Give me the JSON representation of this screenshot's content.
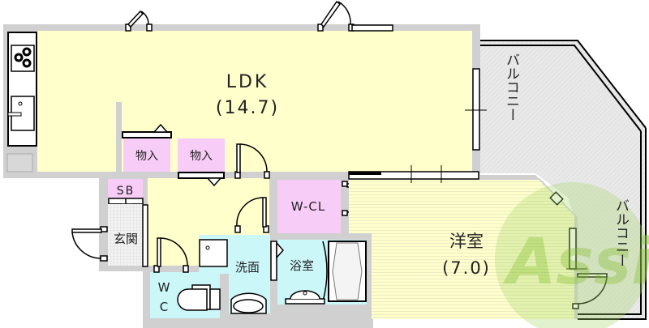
{
  "floor_plan": {
    "rooms": {
      "ldk": {
        "name": "LDK",
        "size": "(14.7)"
      },
      "western": {
        "name": "洋室",
        "size": "(7.0)"
      },
      "storage1": {
        "name": "物入"
      },
      "storage2": {
        "name": "物入"
      },
      "wcl": {
        "name": "W-CL"
      },
      "sb": {
        "name": "SB"
      },
      "entrance": {
        "name": "玄関"
      },
      "washroom": {
        "name": "洗面"
      },
      "bathroom": {
        "name": "浴室"
      },
      "wc": {
        "name_line1": "W",
        "name_line2": "C"
      },
      "balcony_upper": {
        "name": "バルコニー"
      },
      "balcony_lower": {
        "name": "バルコニー"
      }
    },
    "watermark": {
      "text": "Assist"
    },
    "colors": {
      "ldk": "#ffffcc",
      "storage": "#f7ccf7",
      "wet": "#ccf7f9",
      "wall": "#d0d0d0",
      "balcony": "#e8e8e8",
      "watermark_green": "#8dc63f",
      "watermark_red": "#e8675a"
    }
  }
}
